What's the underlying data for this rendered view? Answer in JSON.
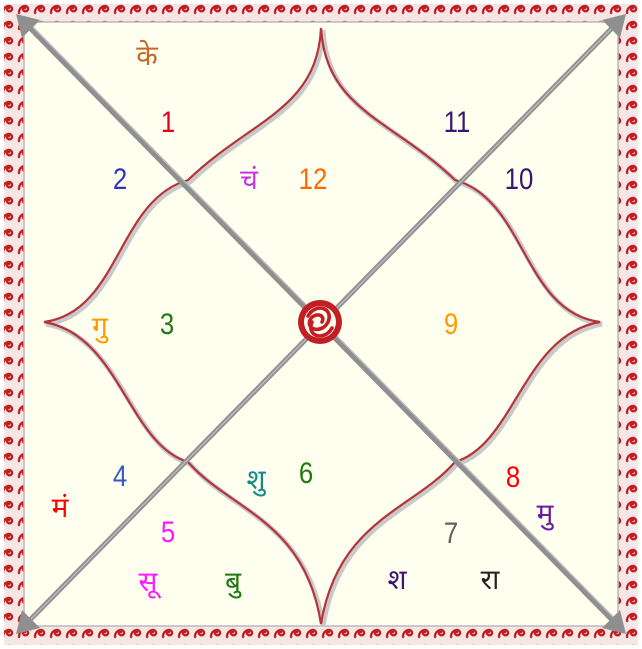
{
  "houses": [
    {
      "id": "h1",
      "number": "1",
      "color": "#e0001b"
    },
    {
      "id": "h2",
      "number": "2",
      "color": "#2a35c0"
    },
    {
      "id": "h3",
      "number": "3",
      "color": "#1f7a12"
    },
    {
      "id": "h4",
      "number": "4",
      "color": "#3559c8"
    },
    {
      "id": "h5",
      "number": "5",
      "color": "#ff18ff"
    },
    {
      "id": "h6",
      "number": "6",
      "color": "#1f7a12"
    },
    {
      "id": "h7",
      "number": "7",
      "color": "#606060"
    },
    {
      "id": "h8",
      "number": "8",
      "color": "#ff0000"
    },
    {
      "id": "h9",
      "number": "9",
      "color": "#ff9a00"
    },
    {
      "id": "h10",
      "number": "10",
      "color": "#3a1670"
    },
    {
      "id": "h11",
      "number": "11",
      "color": "#3a1670"
    },
    {
      "id": "h12",
      "number": "12",
      "color": "#ff6a00"
    }
  ],
  "planets": [
    {
      "id": "ketu",
      "text": "के",
      "color": "#c8662a"
    },
    {
      "id": "moon",
      "text": "चं",
      "color": "#c435e0"
    },
    {
      "id": "jupiter",
      "text": "गु",
      "color": "#ff9a00"
    },
    {
      "id": "mars",
      "text": "मं",
      "color": "#ff0000"
    },
    {
      "id": "sun",
      "text": "सू",
      "color": "#ff18ff"
    },
    {
      "id": "mercury",
      "text": "बु",
      "color": "#1f7a12"
    },
    {
      "id": "venus",
      "text": "शु",
      "color": "#138a8a"
    },
    {
      "id": "saturn",
      "text": "श",
      "color": "#3a1670"
    },
    {
      "id": "rahu",
      "text": "रा",
      "color": "#222222"
    },
    {
      "id": "mu",
      "text": "मु",
      "color": "#6a1aa0"
    }
  ],
  "colors": {
    "background": "#fffff0",
    "border": "#c41e25",
    "lotus": "#b5343a",
    "diagonal": "#8f8f8f"
  }
}
